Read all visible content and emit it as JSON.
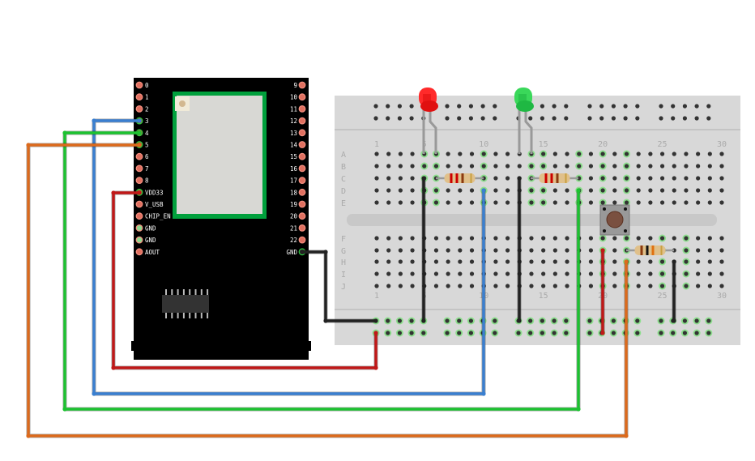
{
  "board": {
    "left_pins": [
      "0",
      "1",
      "2",
      "3",
      "4",
      "5",
      "6",
      "7",
      "8",
      "VDD33",
      "V_USB",
      "CHIP_EN",
      "GND",
      "GND",
      "AOUT"
    ],
    "right_pins": [
      "9",
      "10",
      "11",
      "12",
      "13",
      "14",
      "15",
      "16",
      "17",
      "18",
      "19",
      "20",
      "21",
      "22",
      "GND"
    ]
  },
  "breadboard": {
    "rows_top": [
      "A",
      "B",
      "C",
      "D",
      "E"
    ],
    "rows_bottom": [
      "F",
      "G",
      "H",
      "I",
      "J"
    ],
    "column_labels": [
      "1",
      "5",
      "10",
      "15",
      "20",
      "25",
      "30"
    ]
  },
  "colors": {
    "blue_wire": "#3a7fd0",
    "green_wire": "#1cc230",
    "orange_wire": "#dc6a1c",
    "red_wire": "#c01818",
    "black_wire": "#222222",
    "red_led": "#ff2a2a",
    "green_led": "#3ad85a",
    "breadboard": "#d8d8d8",
    "module_green": "#00a03c"
  }
}
